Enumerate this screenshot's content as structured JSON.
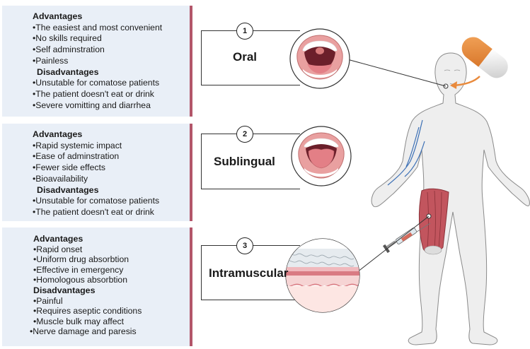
{
  "routes": [
    {
      "number": "1",
      "name": "Oral",
      "advantages_title": "Advantages",
      "advantages": [
        "•The easiest and most convenient",
        "•No skills required",
        "•Self adminstration",
        "•Painless"
      ],
      "disadvantages_title": "Disadvantages",
      "disadvantages": [
        "•Unsutable for comatose patients",
        "•The patient doesn't eat or drink",
        "•Severe vomitting and diarrhea"
      ]
    },
    {
      "number": "2",
      "name": "Sublingual",
      "advantages_title": "Advantages",
      "advantages": [
        "•Rapid systemic impact",
        "•Ease of adminstration",
        "•Fewer side effects",
        "•Bioavailability"
      ],
      "disadvantages_title": "Disadvantages",
      "disadvantages": [
        "•Unsutable for comatose patients",
        "•The patient doesn't eat or drink"
      ]
    },
    {
      "number": "3",
      "name": "Intramuscular",
      "advantages_title": "Advantages",
      "advantages": [
        "•Rapid onset",
        "•Uniform drug absorbtion",
        "•Effective in emergency",
        "•Homologous absorbtion"
      ],
      "disadvantages_title": "Disadvantages",
      "disadvantages": [
        "•Painful",
        "•Requires aseptic conditions",
        "•Muscle bulk may affect",
        "•Nerve damage and paresis"
      ]
    }
  ],
  "colors": {
    "panel_bg": "#e9eff7",
    "panel_accent": "#b3566a",
    "body_fill": "#eeeeee",
    "muscle": "#c2555e",
    "pill_orange": "#e98a3c"
  },
  "icons": [
    "mouth-open-icon",
    "mouth-tongue-raised-icon",
    "skin-layers-icon",
    "capsule-icon",
    "syringe-icon",
    "human-body-icon"
  ]
}
